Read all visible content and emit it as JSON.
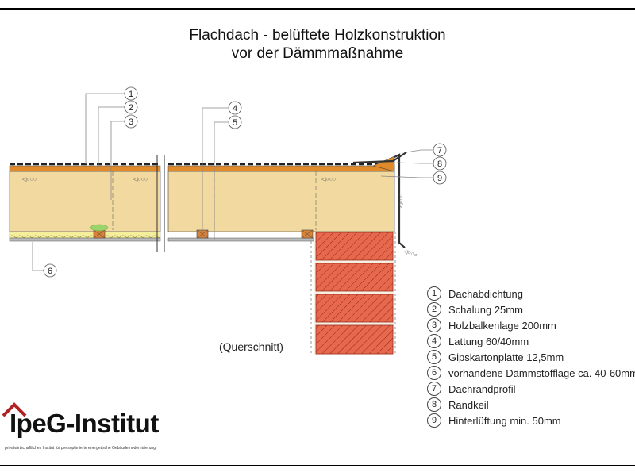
{
  "title": {
    "line1": "Flachdach - belüftete Holzkonstruktion",
    "line2": "vor der Dämmmaßnahme"
  },
  "callouts": [
    "1",
    "2",
    "3",
    "4",
    "5",
    "6",
    "7",
    "8",
    "9"
  ],
  "legend": [
    {
      "num": "1",
      "label": "Dachabdichtung"
    },
    {
      "num": "2",
      "label": "Schalung 25mm"
    },
    {
      "num": "3",
      "label": "Holzbalkenlage 200mm"
    },
    {
      "num": "4",
      "label": "Lattung 60/40mm"
    },
    {
      "num": "5",
      "label": "Gipskartonplatte 12,5mm"
    },
    {
      "num": "6",
      "label": "vorhandene Dämmstofflage ca. 40-60mm"
    },
    {
      "num": "7",
      "label": "Dachrandprofil"
    },
    {
      "num": "8",
      "label": "Randkeil"
    },
    {
      "num": "9",
      "label": "Hinterlüftung min. 50mm"
    }
  ],
  "caption": "(Querschnitt)",
  "logo": {
    "name": "IpeG-Institut",
    "tagline": "privatwirtschaftliches Institut für preisoptimierte energetische Gebäudemodernisierung"
  },
  "colors": {
    "wood_beam": "#f2d9a0",
    "board": "#e08a2a",
    "brick": "#e8684e",
    "insulation": "#f4ef9c",
    "roof_membrane": "#333333",
    "batten": "#d9833a"
  }
}
